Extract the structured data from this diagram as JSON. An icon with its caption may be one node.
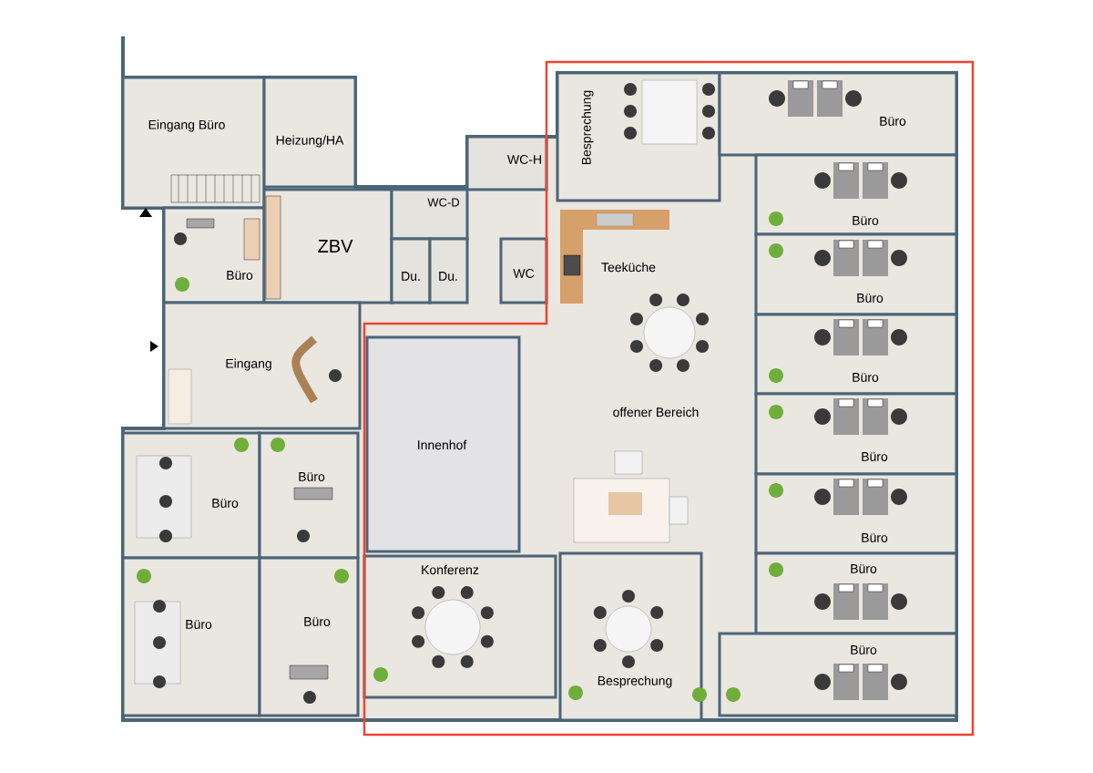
{
  "diagram": {
    "nodes": [
      {
        "text": [
          "Eingang Büro"
        ]
      },
      {
        "text": [
          "Heizung/HA"
        ]
      },
      {
        "text": [
          "WC-H"
        ]
      },
      {
        "text": [
          "Besprechung"
        ]
      },
      {
        "text": [
          "Büro"
        ]
      },
      {
        "text": [
          "Büro"
        ]
      },
      {
        "text": [
          "ZBV"
        ]
      },
      {
        "text": [
          "WC-D"
        ]
      },
      {
        "text": [
          "Büro"
        ]
      },
      {
        "text": [
          "Du."
        ]
      },
      {
        "text": [
          "Du."
        ]
      },
      {
        "text": [
          "WC"
        ]
      },
      {
        "text": [
          "Büro"
        ]
      },
      {
        "text": [
          "Eingang"
        ]
      },
      {
        "text": [
          "Büro"
        ]
      },
      {
        "text": [
          "Büro"
        ]
      },
      {
        "text": [
          "Innenhof"
        ]
      },
      {
        "text": [
          "Büro"
        ]
      },
      {
        "text": [
          "Büro"
        ]
      },
      {
        "text": [
          "Büro"
        ]
      },
      {
        "text": [
          "Büro"
        ]
      },
      {
        "text": [
          "Konferenz"
        ]
      },
      {
        "text": [
          "Büro"
        ]
      },
      {
        "text": [
          "Büro"
        ]
      },
      {
        "text": [
          "Besprechung"
        ]
      },
      {
        "text": [
          "Büro"
        ]
      }
    ],
    "labels": [
      "Teeküche",
      "offener Bereich"
    ]
  }
}
